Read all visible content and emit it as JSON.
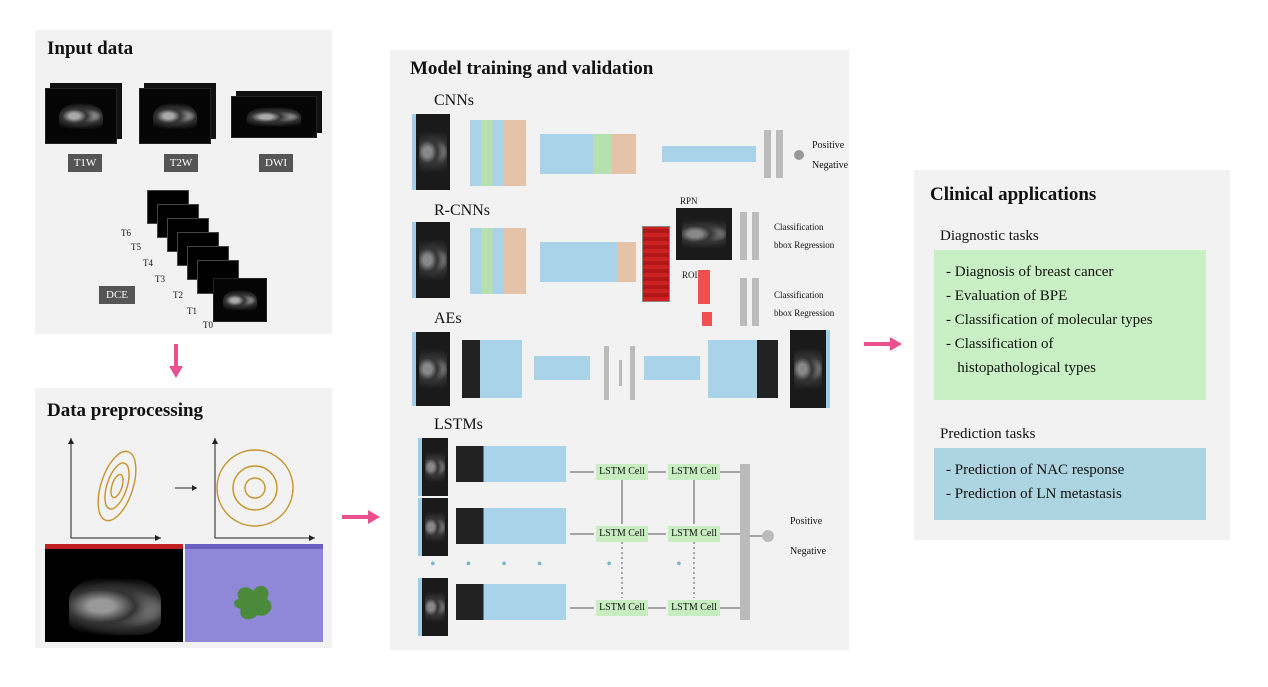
{
  "input_panel": {
    "title": "Input data",
    "modalities": [
      "T1W",
      "T2W",
      "DWI"
    ],
    "dce_label": "DCE",
    "dce_phases": [
      "T6",
      "T5",
      "T4",
      "T3",
      "T2",
      "T1",
      "T0"
    ]
  },
  "preprocessing_panel": {
    "title": "Data preprocessing"
  },
  "model_panel": {
    "title": "Model training and validation",
    "cnn": {
      "label": "CNNs",
      "out_pos": "Positive",
      "out_neg": "Negative"
    },
    "rcnn": {
      "label": "R-CNNs",
      "rpn": "RPN",
      "roi": "ROI",
      "cls1": "Classification",
      "reg1": "bbox Regression",
      "cls2": "Classification",
      "reg2": "bbox Regression"
    },
    "ae": {
      "label": "AEs"
    },
    "lstm": {
      "label": "LSTMs",
      "cell": "LSTM Cell",
      "out_pos": "Positive",
      "out_neg": "Negative"
    }
  },
  "clinical_panel": {
    "title": "Clinical applications",
    "diagnostic": {
      "heading": "Diagnostic tasks",
      "items": [
        "- Diagnosis of breast cancer",
        "- Evaluation of BPE",
        "- Classification of molecular types",
        "- Classification of",
        "   histopathological types"
      ]
    },
    "prediction": {
      "heading": "Prediction tasks",
      "items": [
        "- Prediction of NAC response",
        "- Prediction of LN metastasis"
      ]
    }
  },
  "colors": {
    "arrow": "#e8508f",
    "diag_bg": "#c9f0c4",
    "pred_bg": "#acd4e1",
    "block_blue": "#a9d3e8",
    "block_green": "#b6e0b0",
    "block_tan": "#e4c3a8"
  }
}
